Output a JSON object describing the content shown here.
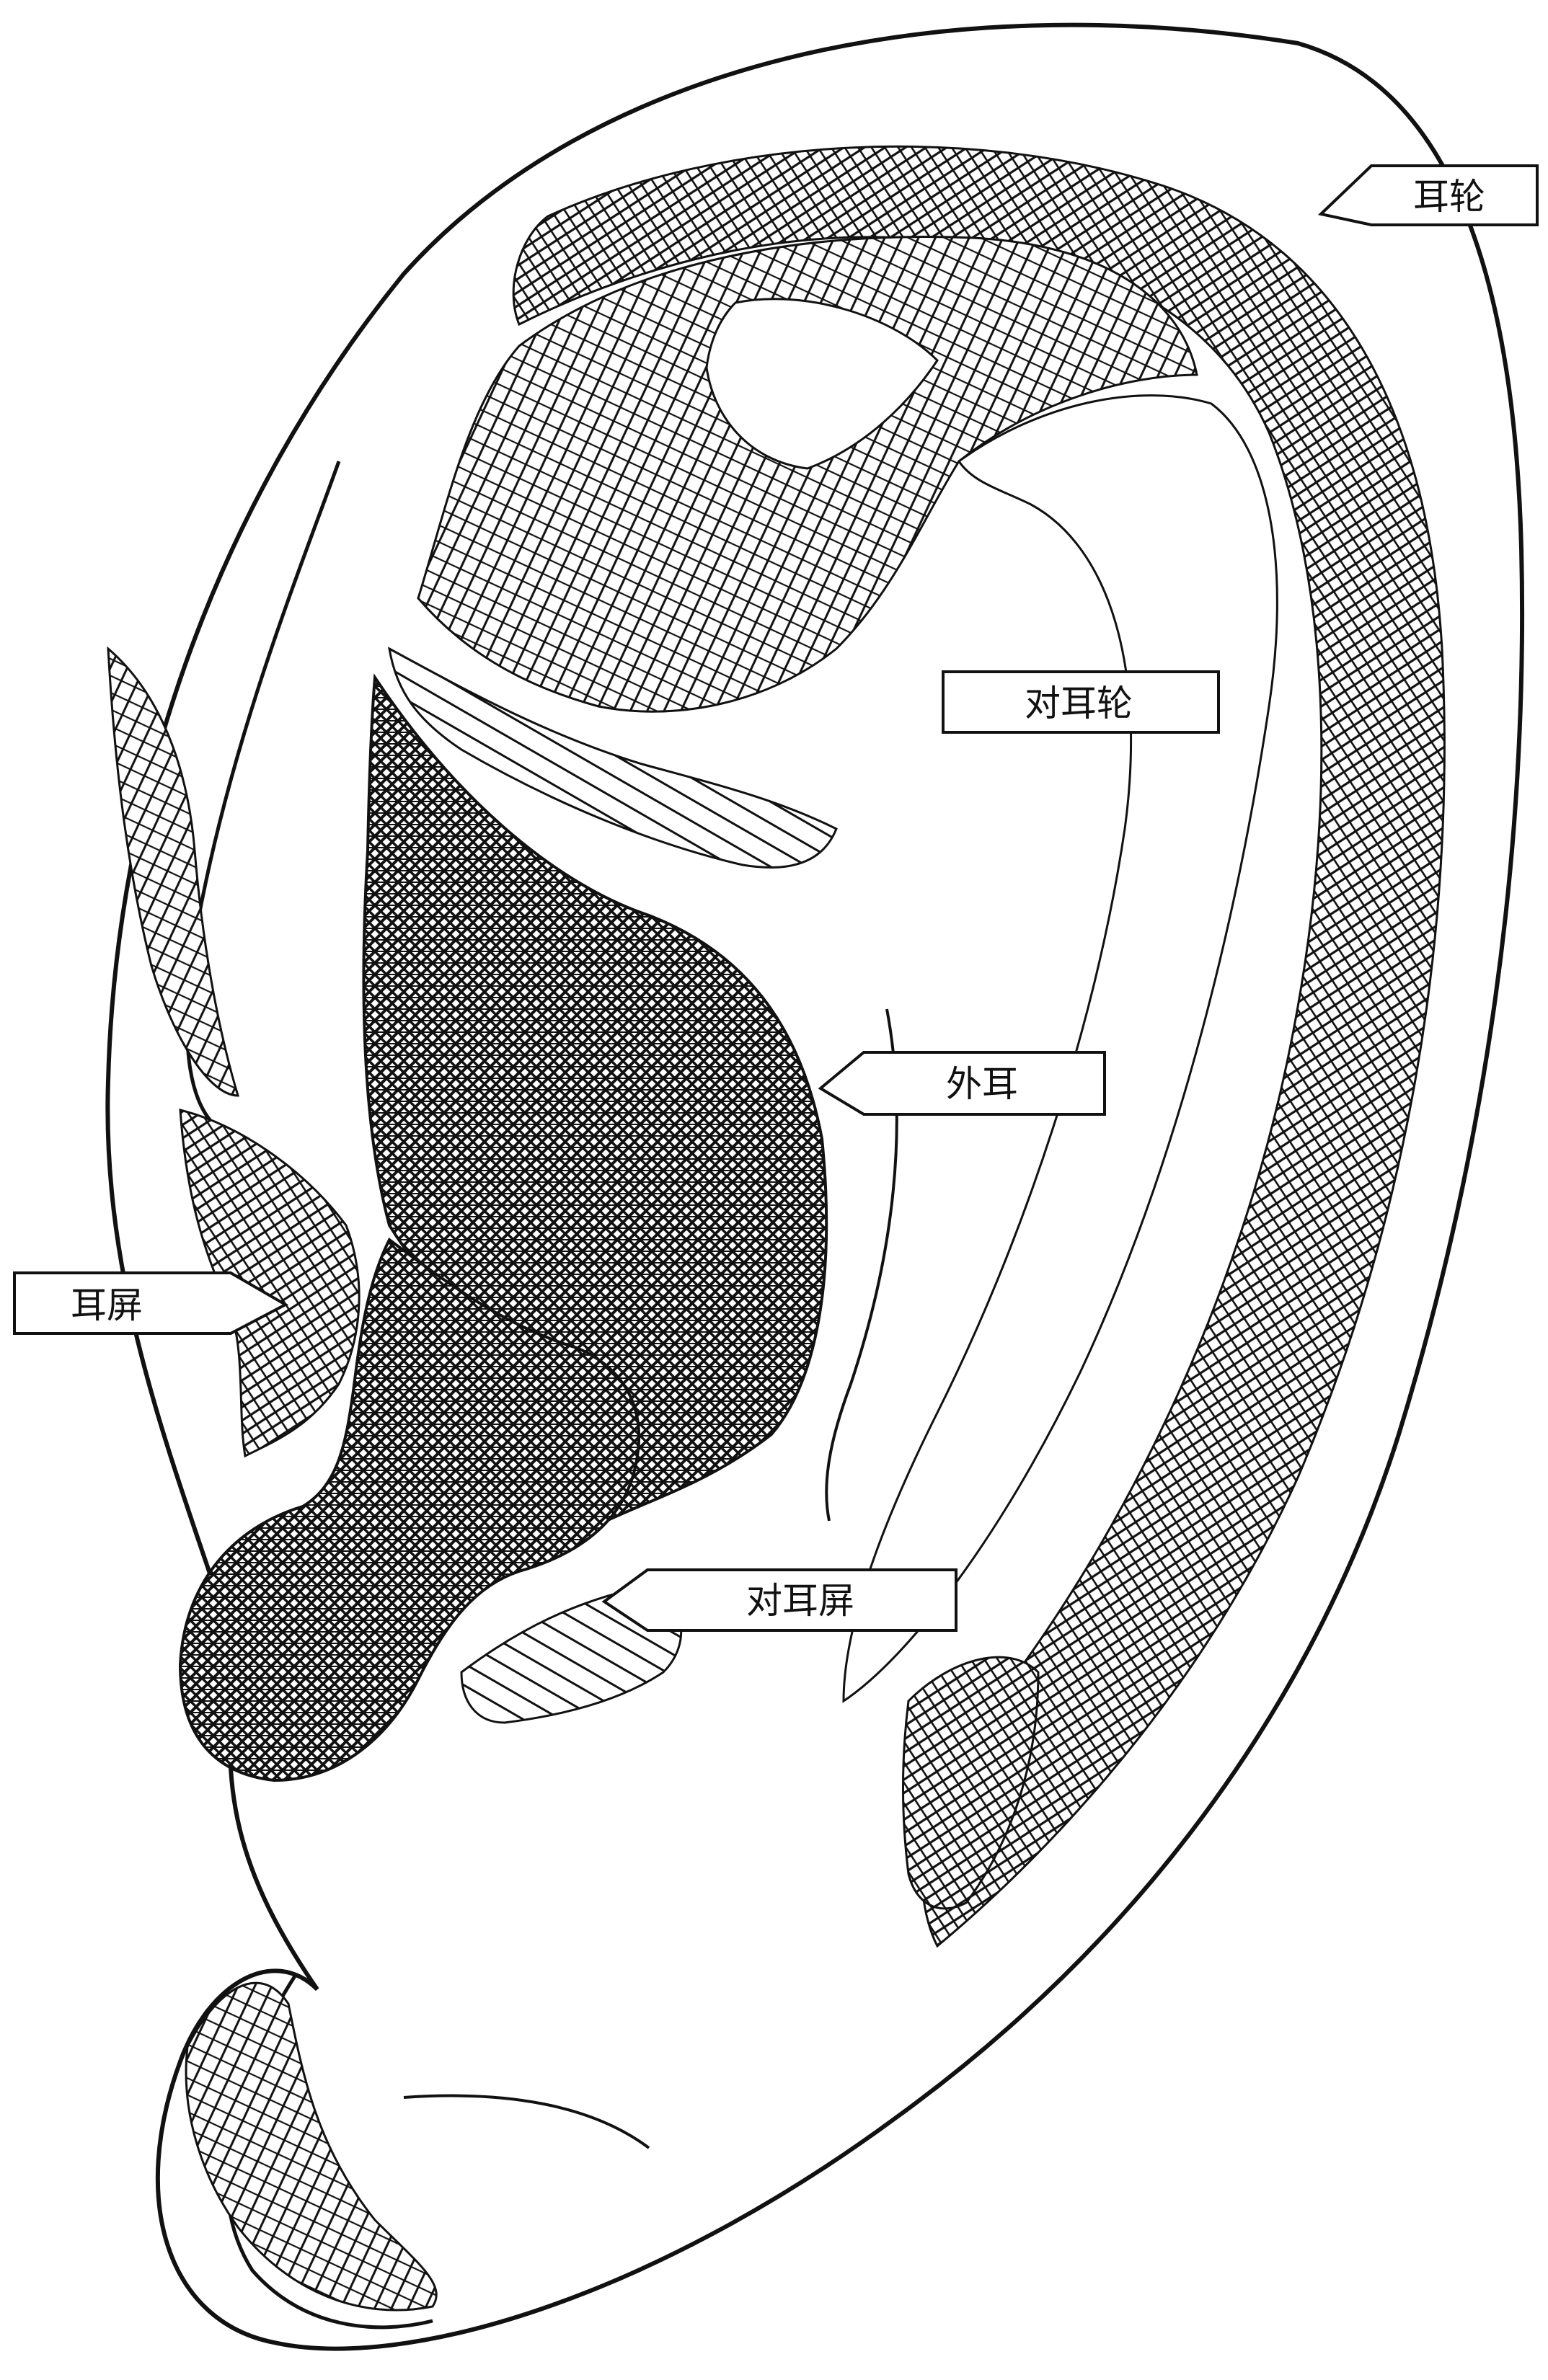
{
  "labels": {
    "helix": "耳轮",
    "antihelix": "对耳轮",
    "outer_ear": "外耳",
    "tragus": "耳屏",
    "antitragus": "对耳屏"
  },
  "colors": {
    "ink": "#111111",
    "paper": "#ffffff"
  }
}
